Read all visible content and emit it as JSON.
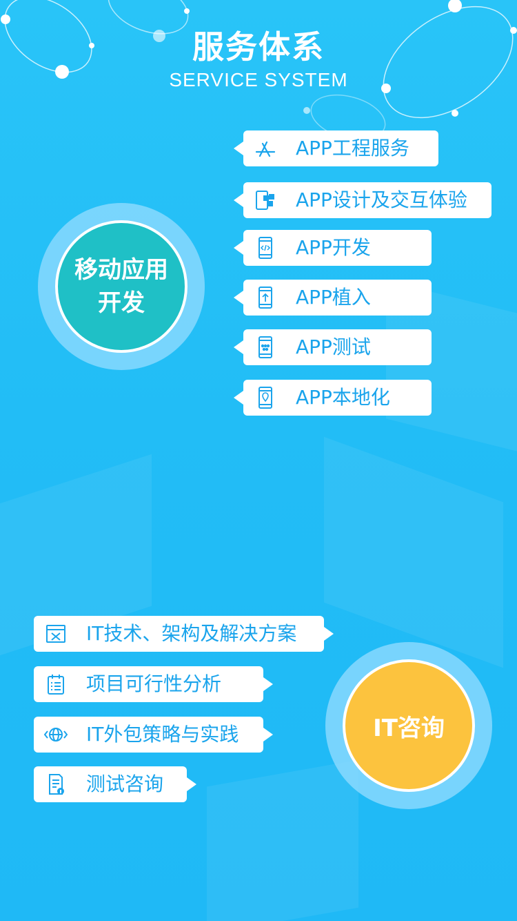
{
  "header": {
    "title": "服务体系",
    "subtitle": "SERVICE SYSTEM"
  },
  "mobile": {
    "circle_line1": "移动应用",
    "circle_line2": "开发",
    "items": [
      {
        "label": "APP工程服务",
        "icon": "app-store-icon"
      },
      {
        "label": "APP设计及交互体验",
        "icon": "design-interaction-icon"
      },
      {
        "label": "APP开发",
        "icon": "phone-code-icon"
      },
      {
        "label": "APP植入",
        "icon": "phone-upload-icon"
      },
      {
        "label": "APP测试",
        "icon": "phone-test-icon"
      },
      {
        "label": "APP本地化",
        "icon": "phone-location-icon"
      }
    ]
  },
  "it": {
    "circle_label": "IT咨询",
    "items": [
      {
        "label": "IT技术、架构及解决方案",
        "icon": "window-tools-icon"
      },
      {
        "label": "项目可行性分析",
        "icon": "checklist-icon"
      },
      {
        "label": "IT外包策略与实践",
        "icon": "globe-code-icon"
      },
      {
        "label": "测试咨询",
        "icon": "document-info-icon"
      }
    ]
  },
  "colors": {
    "background": "#22bdf6",
    "mobile_circle": "#1fc0c6",
    "it_circle": "#fcc33e",
    "ring": "#96dcff",
    "bubble_text": "#1aa4ec"
  }
}
